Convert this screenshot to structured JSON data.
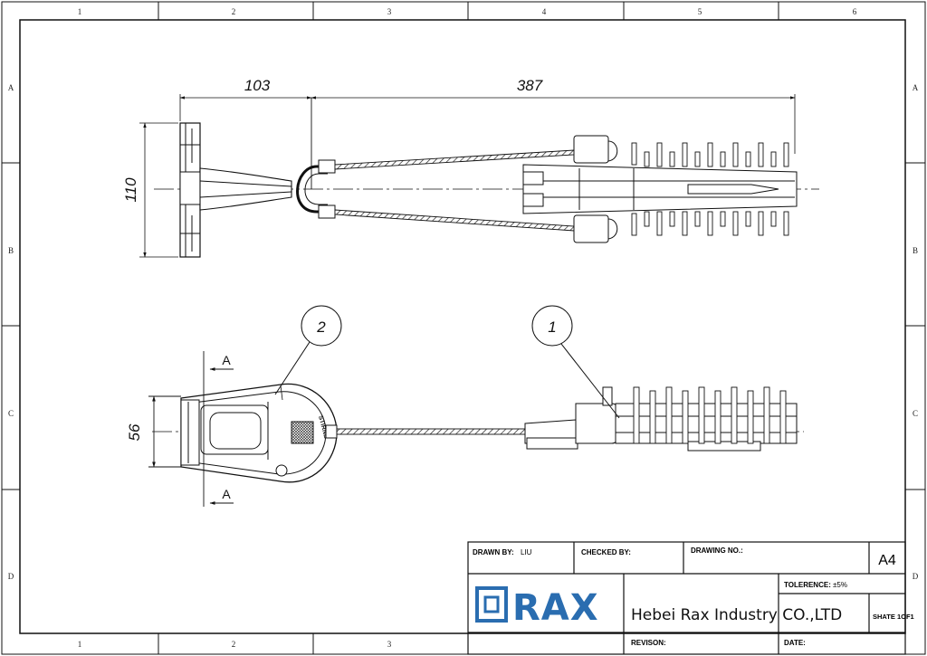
{
  "zones": {
    "columns": [
      "1",
      "2",
      "3",
      "4",
      "5",
      "6"
    ],
    "bottom_columns": [
      "1",
      "2",
      "3"
    ],
    "rows": [
      "A",
      "B",
      "C",
      "D"
    ]
  },
  "dimensions": {
    "top_left_length": "103",
    "top_main_length": "387",
    "top_height": "110",
    "bottom_height": "56",
    "section_mark": "A"
  },
  "balloons": {
    "item_1": "1",
    "item_2": "2"
  },
  "part_marking": "STIRNE",
  "title_block": {
    "drawn_by_label": "DRAWN BY:",
    "drawn_by_value": "LIU",
    "checked_by_label": "CHECKED BY:",
    "drawing_no_label": "DRAWING NO.:",
    "size": "A4",
    "tolerance_label": "TOLERENCE:",
    "tolerance_value": "±5%",
    "logo": "RAX",
    "company": "Hebei Rax Industry CO.,LTD",
    "sheet": "SHATE 1OF1",
    "revision_label": "REVISON:",
    "date_label": "DATE:"
  },
  "colors": {
    "logo": "#2a6db0",
    "line": "#111111"
  }
}
